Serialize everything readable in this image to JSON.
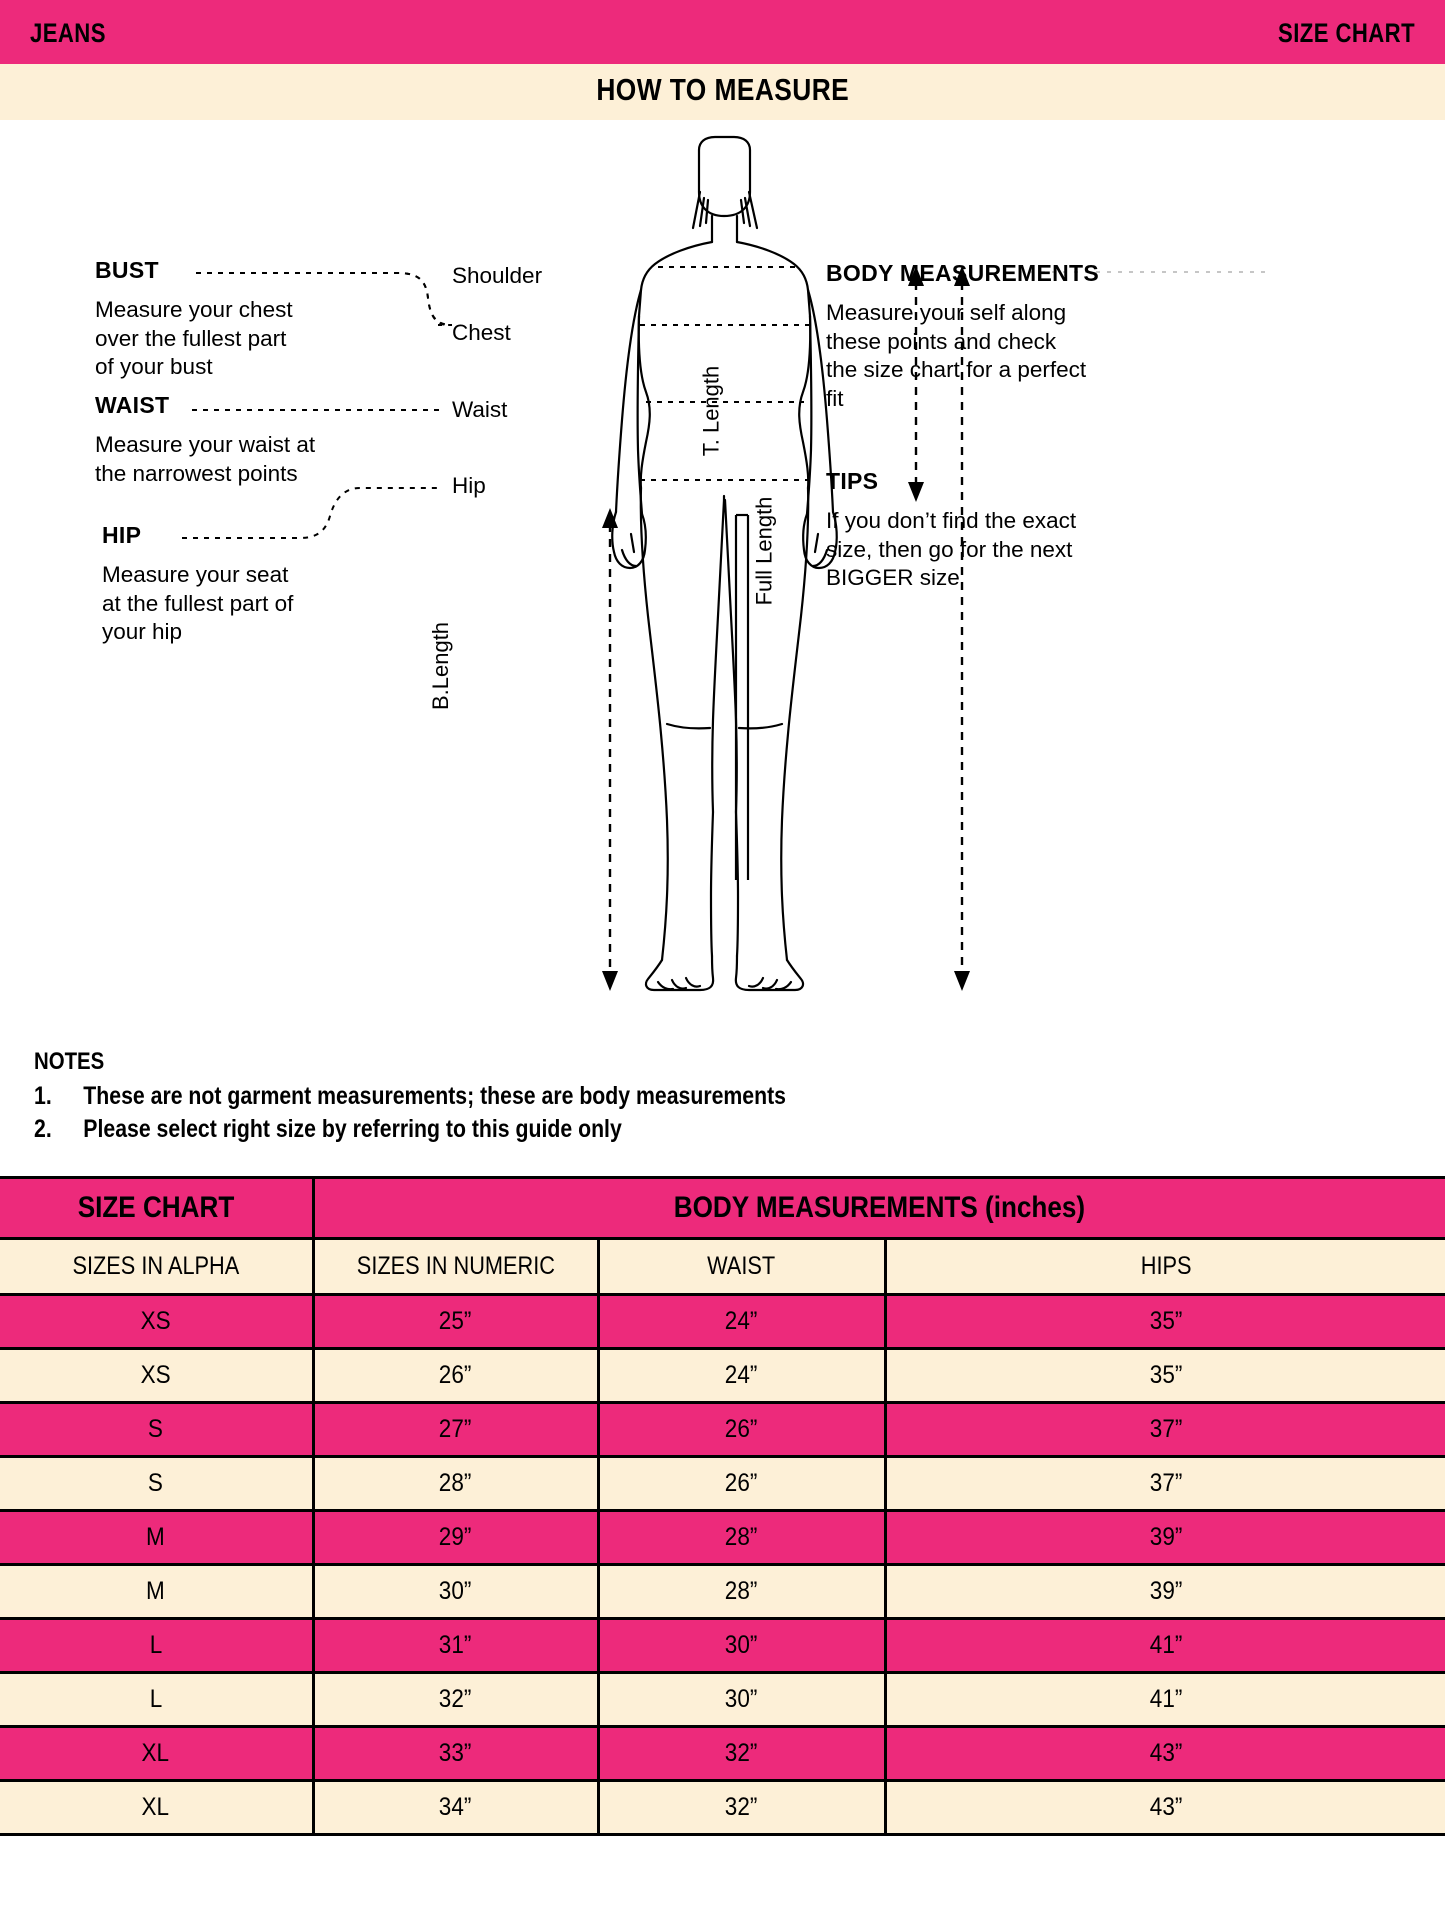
{
  "header": {
    "left_label": "JEANS",
    "right_label": "SIZE CHART",
    "band_title": "HOW TO MEASURE",
    "bar_color": "#ED2A7B",
    "band_color": "#FDF0D7"
  },
  "measure_guide": {
    "bust": {
      "title": "BUST",
      "text": "Measure your chest over the fullest part of your bust"
    },
    "waist": {
      "title": "WAIST",
      "text": "Measure your waist at the narrowest points"
    },
    "hip": {
      "title": "HIP",
      "text": "Measure your seat at the fullest part of your hip"
    },
    "body_measurements": {
      "title": "BODY MEASUREMENTS",
      "text": "Measure your self along these points and check the size chart for a perfect fit"
    },
    "tips": {
      "title": "TIPS",
      "text": "If you don’t find the exact size, then go for the next BIGGER size"
    }
  },
  "figure": {
    "point_labels": {
      "shoulder": "Shoulder",
      "chest": "Chest",
      "waist": "Waist",
      "hip": "Hip"
    },
    "dimension_labels": {
      "t_length": "T. Length",
      "full_length": "Full Length",
      "b_length": "B.Length"
    }
  },
  "notes": {
    "title": "NOTES",
    "items": [
      {
        "num": "1.",
        "text": "These are not garment measurements; these are body measurements"
      },
      {
        "num": "2.",
        "text": "Please select right size by referring to this guide only"
      }
    ]
  },
  "chart_data": {
    "type": "table",
    "title": "SIZE CHART",
    "group_title": "BODY MEASUREMENTS (inches)",
    "columns": [
      "SIZES IN ALPHA",
      "SIZES IN NUMERIC",
      "WAIST",
      "HIPS"
    ],
    "rows": [
      {
        "alpha": "XS",
        "numeric": "25”",
        "waist": "24”",
        "hips": "35”",
        "band": "pink"
      },
      {
        "alpha": "XS",
        "numeric": "26”",
        "waist": "24”",
        "hips": "35”",
        "band": "cream"
      },
      {
        "alpha": "S",
        "numeric": "27”",
        "waist": "26”",
        "hips": "37”",
        "band": "pink"
      },
      {
        "alpha": "S",
        "numeric": "28”",
        "waist": "26”",
        "hips": "37”",
        "band": "cream"
      },
      {
        "alpha": "M",
        "numeric": "29”",
        "waist": "28”",
        "hips": "39”",
        "band": "pink"
      },
      {
        "alpha": "M",
        "numeric": "30”",
        "waist": "28”",
        "hips": "39”",
        "band": "cream"
      },
      {
        "alpha": "L",
        "numeric": "31”",
        "waist": "30”",
        "hips": "41”",
        "band": "pink"
      },
      {
        "alpha": "L",
        "numeric": "32”",
        "waist": "30”",
        "hips": "41”",
        "band": "cream"
      },
      {
        "alpha": "XL",
        "numeric": "33”",
        "waist": "32”",
        "hips": "43”",
        "band": "pink"
      },
      {
        "alpha": "XL",
        "numeric": "34”",
        "waist": "32”",
        "hips": "43”",
        "band": "cream"
      }
    ],
    "colors": {
      "pink": "#ED2A7B",
      "cream": "#FDF0D7",
      "rule": "#000000"
    }
  }
}
